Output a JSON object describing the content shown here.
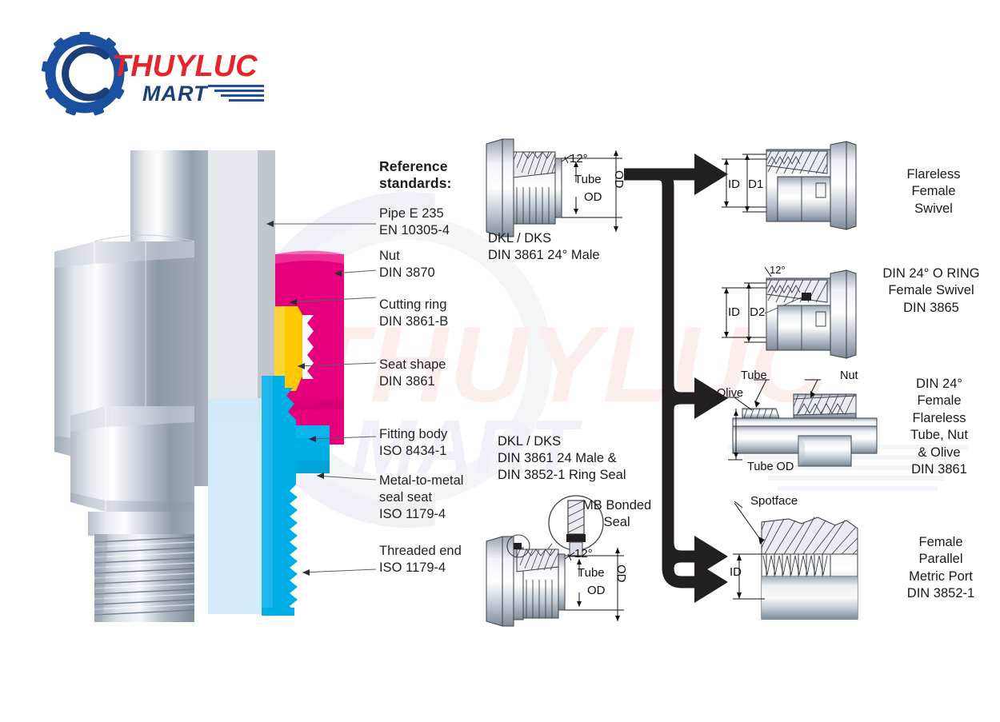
{
  "brand": {
    "name_primary": "THUYLUC",
    "name_secondary": "MART",
    "logo_icon": "gear-c-icon",
    "color_primary": "#e8232a",
    "color_secondary": "#1b3f78",
    "watermark_primary": "THUYLUC",
    "watermark_secondary": "MART"
  },
  "reference": {
    "title_line1": "Reference",
    "title_line2": "standards:",
    "items": [
      {
        "name": "pipe",
        "line1": "Pipe E 235",
        "line2": "EN 10305-4",
        "line3": "",
        "color": "#c9ced6"
      },
      {
        "name": "nut",
        "line1": "Nut",
        "line2": "DIN 3870",
        "line3": "",
        "color": "#e6007e"
      },
      {
        "name": "cutting-ring",
        "line1": "Cutting ring",
        "line2": "DIN 3861-B",
        "line3": "",
        "color": "#ffc800"
      },
      {
        "name": "seat-shape",
        "line1": "Seat shape",
        "line2": "DIN 3861",
        "line3": "",
        "color": "#e6007e"
      },
      {
        "name": "fitting-body",
        "line1": "Fitting body",
        "line2": "ISO 8434-1",
        "line3": "",
        "color": "#00aee6"
      },
      {
        "name": "metal-seal",
        "line1": "Metal-to-metal",
        "line2": "seal seat",
        "line3": "ISO 1179-4",
        "color": "#00aee6"
      },
      {
        "name": "threaded-end",
        "line1": "Threaded end",
        "line2": "ISO 1179-4",
        "line3": "",
        "color": "#00aee6"
      }
    ]
  },
  "middle_column": [
    {
      "key": "dkl-dks-male",
      "caption_lines": [
        "DKL / DKS",
        "DIN 3861  24°  Male"
      ],
      "dimensions": {
        "angle": "12°",
        "inner_label_1": "Tube",
        "inner_label_2": "OD",
        "outer_label": "OD"
      }
    },
    {
      "key": "dkl-dks-ring-seal",
      "caption_lines": [
        "DKL / DKS",
        "DIN 3861  24  Male &",
        "DIN 3852-1 Ring Seal"
      ],
      "detail_label_lines": [
        "MB Bonded",
        "Seal"
      ],
      "dimensions": {
        "angle": "12°",
        "inner_label_1": "Tube",
        "inner_label_2": "OD",
        "outer_label": "OD"
      }
    }
  ],
  "right_column": [
    {
      "key": "flareless-female-swivel",
      "caption_lines": [
        "Flareless",
        "Female",
        "Swivel"
      ],
      "dimensions": {
        "id": "ID",
        "d": "D1"
      }
    },
    {
      "key": "din-24-o-ring-female-swivel",
      "caption_lines": [
        "DIN 24° O RING",
        "Female Swivel",
        "DIN 3865"
      ],
      "dimensions": {
        "id": "ID",
        "d": "D2",
        "angle": "12°"
      }
    },
    {
      "key": "din-24-female-flareless-tube-nut-olive",
      "caption_lines": [
        "DIN 24°",
        "Female",
        "Flareless",
        "Tube, Nut",
        "& Olive",
        "DIN 3861"
      ],
      "callouts": {
        "tube": "Tube",
        "nut": "Nut",
        "olive": "Olive",
        "tube_od": "Tube OD"
      }
    },
    {
      "key": "female-parallel-metric-port",
      "caption_lines": [
        "Female",
        "Parallel",
        "Metric Port",
        "DIN 3852-1"
      ],
      "callouts": {
        "spotface": "Spotface",
        "id": "ID"
      }
    }
  ],
  "colors": {
    "nut_pink": "#e6007e",
    "cutting_ring_yellow": "#ffc800",
    "body_cyan": "#00aee6",
    "pipe_grey": "#c9ced6",
    "arrow_black": "#231f20",
    "steel_light": "#f2f4f7",
    "steel_mid": "#b9c1cb",
    "steel_dark": "#7d8994"
  },
  "arrow_flow": {
    "name": "branching-arrow-connector",
    "branch_count": 4
  }
}
